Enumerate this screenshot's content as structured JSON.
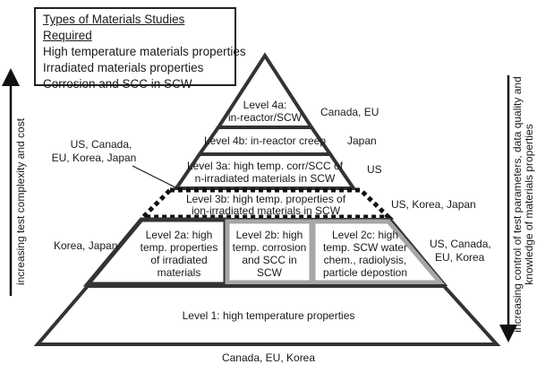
{
  "legend": {
    "title": "Types of Materials Studies Required",
    "items": [
      "High temperature materials properties",
      "Irradiated materials properties",
      "Corrosion and SCC in SCW"
    ]
  },
  "left_axis_label": "increasing test complexity and cost",
  "right_axis_label_line1": "increasing control of test parameters, data quality and",
  "right_axis_label_line2": "knowledge of materials properties",
  "levels": {
    "level4a_line1": "Level 4a:",
    "level4a_line2": "in-reactor/SCW",
    "level4b": "Level 4b: in-reactor creep",
    "level3a_line1": "Level 3a: high temp. corr/SCC of",
    "level3a_line2": "n-irradiated materials in SCW",
    "level3b_line1": "Level 3b: high temp. properties of",
    "level3b_line2": "ion-irradiated materials in SCW",
    "level2a_line1": "Level 2a: high",
    "level2a_line2": "temp. properties",
    "level2a_line3": "of irradiated",
    "level2a_line4": "materials",
    "level2b_line1": "Level 2b: high",
    "level2b_line2": "temp. corrosion",
    "level2b_line3": "and SCC in",
    "level2b_line4": "SCW",
    "level2c_line1": "Level 2c: high",
    "level2c_line2": "temp. SCW water",
    "level2c_line3": "chem., radiolysis,",
    "level2c_line4": "particle depostion",
    "level1": "Level 1: high temperature properties"
  },
  "countries": {
    "level4a": "Canada, EU",
    "level4b": "Japan",
    "level3a": "US",
    "level3b_line1": "US, Canada,",
    "level3b_line2": "EU, Korea, Japan",
    "level3b_right": "US, Korea, Japan",
    "level2a": "Korea, Japan",
    "level2c_line1": "US, Canada,",
    "level2c_line2": "EU, Korea",
    "level1": "Canada, EU, Korea"
  },
  "colors": {
    "dark_border": "#333333",
    "gray_border": "#a6a6a6",
    "fill": "#ffffff",
    "text": "#1a1a1a"
  }
}
